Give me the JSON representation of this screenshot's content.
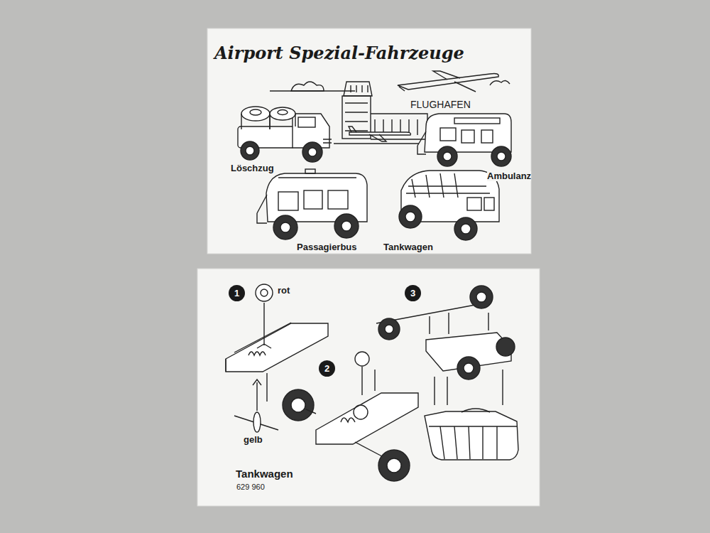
{
  "diagram": {
    "title": "Airport Spezial-Fahrzeuge",
    "nodes": [
      {
        "text": [
          "1"
        ]
      },
      {
        "text": [
          "3"
        ]
      },
      {
        "text": [
          "2"
        ]
      }
    ],
    "labels": [
      "FLUGHAFEN",
      "Löschzug",
      "Ambulanz",
      "Passagierbus",
      "Tankwagen",
      "rot",
      "gelb",
      "Tankwagen",
      "629 960"
    ]
  }
}
